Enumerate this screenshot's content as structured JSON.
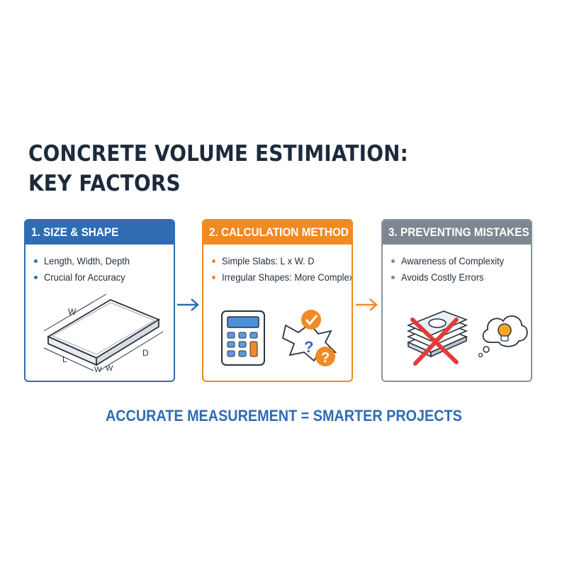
{
  "title": {
    "line1": "CONCRETE VOLUME ESTIMIATION:",
    "line2": "KEY FACTORS"
  },
  "cards": [
    {
      "heading": "1. SIZE & SHAPE",
      "color": "#2e6db4",
      "bullets": [
        "Length, Width, Depth",
        "Crucial for Accuracy"
      ],
      "illustration": "slab-dimensions-icon",
      "labels": {
        "w_top": "W",
        "d": "D",
        "l": "L",
        "w_bottom1": "W",
        "w_bottom2": "W"
      }
    },
    {
      "heading": "2. CALCULATION METHOD",
      "color": "#f08a24",
      "bullets": [
        "Simple Slabs: L x W. D",
        "Irregular Shapes: More Complex"
      ],
      "illustration": "calculator-icon",
      "labels": {
        "q1": "?",
        "q2": "?"
      }
    },
    {
      "heading": "3. PREVENTING MISTAKES",
      "color": "#7d8791",
      "bullets": [
        "Awareness of Complexity",
        "Avoids Costly Errors"
      ],
      "illustration": "crossed-money-icon"
    }
  ],
  "footer": "ACCURATE MEASUREMENT = SMARTER PROJECTS",
  "colors": {
    "blue": "#2e6db4",
    "orange": "#f08a24",
    "gray": "#7d8791",
    "red": "#e23b3b",
    "dark": "#1c2b3c"
  }
}
